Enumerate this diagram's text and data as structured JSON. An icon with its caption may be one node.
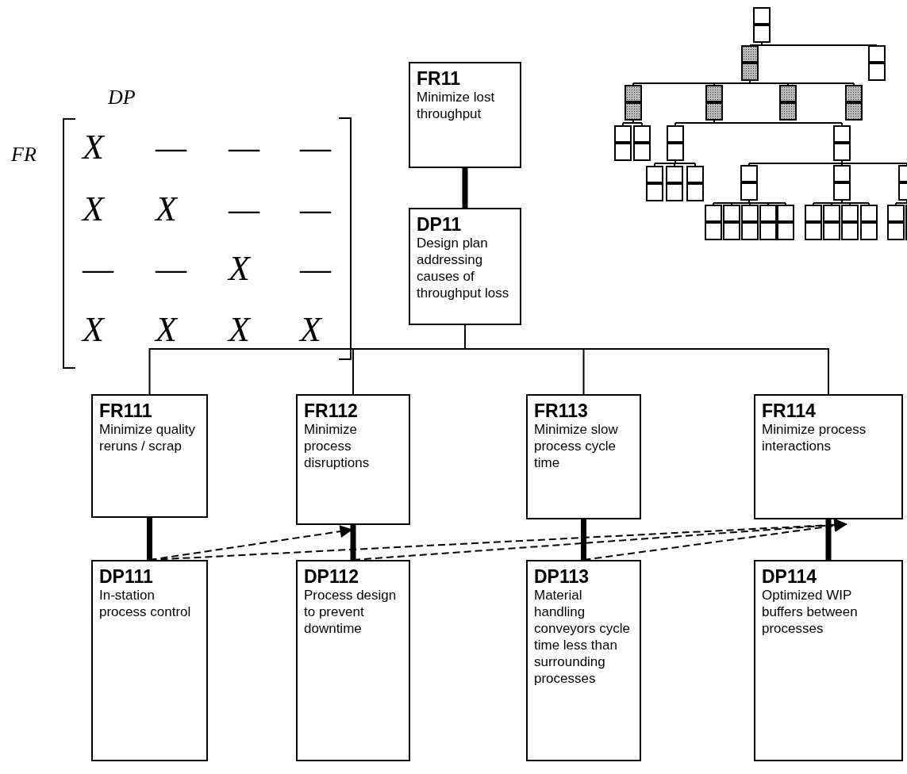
{
  "diagram": {
    "nodes": [
      {
        "text": [
          "FR11",
          "Minimize lost throughput"
        ]
      },
      {
        "text": [
          "DP11",
          "Design plan addressing causes of throughput loss"
        ]
      },
      {
        "text": [
          "FR111",
          "Minimize quality reruns / scrap"
        ]
      },
      {
        "text": [
          "FR112",
          "Minimize process disruptions"
        ]
      },
      {
        "text": [
          "FR113",
          "Minimize slow process cycle time"
        ]
      },
      {
        "text": [
          "FR114",
          "Minimize process interactions"
        ]
      },
      {
        "text": [
          "DP111",
          "In-station process control"
        ]
      },
      {
        "text": [
          "DP112",
          "Process design to prevent downtime"
        ]
      },
      {
        "text": [
          "DP113",
          "Material handling conveyors cycle time less than surrounding processes"
        ]
      },
      {
        "text": [
          "DP114",
          "Optimized WIP buffers between processes"
        ]
      }
    ],
    "edges": [
      {
        "from": 0,
        "to": 1,
        "arrow": "none",
        "style": "thick"
      },
      {
        "from": 1,
        "to": 2,
        "arrow": "none"
      },
      {
        "from": 1,
        "to": 3,
        "arrow": "none"
      },
      {
        "from": 1,
        "to": 4,
        "arrow": "none"
      },
      {
        "from": 1,
        "to": 5,
        "arrow": "none"
      },
      {
        "from": 2,
        "to": 6,
        "arrow": "none",
        "style": "thick"
      },
      {
        "from": 3,
        "to": 7,
        "arrow": "none",
        "style": "thick"
      },
      {
        "from": 4,
        "to": 8,
        "arrow": "none",
        "style": "thick"
      },
      {
        "from": 5,
        "to": 9,
        "arrow": "none",
        "style": "thick"
      },
      {
        "from": 6,
        "to": 3,
        "arrow": "to",
        "style": "dashed"
      },
      {
        "from": 6,
        "to": 5,
        "arrow": "to",
        "style": "dashed"
      },
      {
        "from": 7,
        "to": 5,
        "arrow": "to",
        "style": "dashed"
      },
      {
        "from": 8,
        "to": 5,
        "arrow": "to",
        "style": "dashed"
      }
    ],
    "labels": [
      "DP",
      "FR",
      "X",
      "—",
      "—",
      "—",
      "X",
      "X",
      "—",
      "—",
      "—",
      "—",
      "X",
      "—",
      "X",
      "X",
      "X",
      "X"
    ]
  }
}
